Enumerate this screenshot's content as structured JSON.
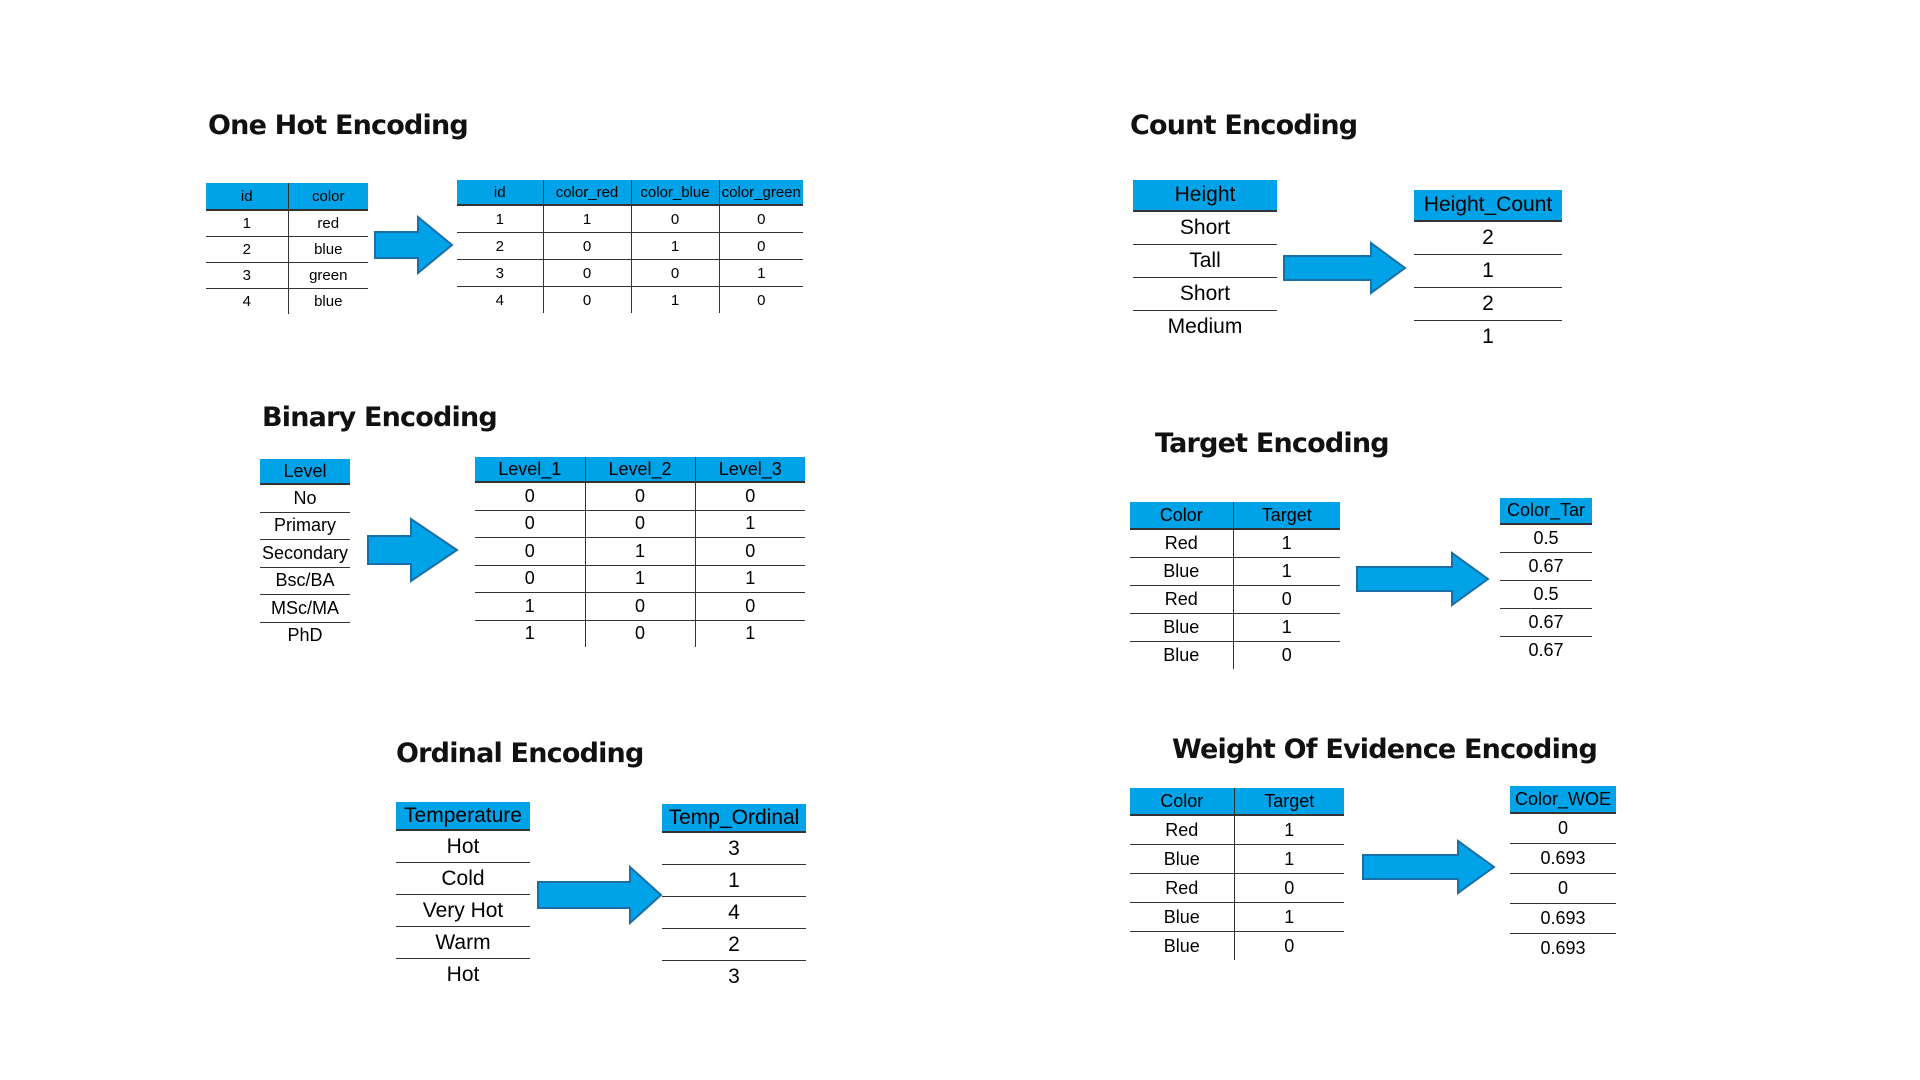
{
  "accent_color": "#00a2e8",
  "onehot": {
    "title": "One Hot Encoding",
    "src_headers": [
      "id",
      "color"
    ],
    "src_rows": [
      [
        "1",
        "red"
      ],
      [
        "2",
        "blue"
      ],
      [
        "3",
        "green"
      ],
      [
        "4",
        "blue"
      ]
    ],
    "dst_headers": [
      "id",
      "color_red",
      "color_blue",
      "color_green"
    ],
    "dst_rows": [
      [
        "1",
        "1",
        "0",
        "0"
      ],
      [
        "2",
        "0",
        "1",
        "0"
      ],
      [
        "3",
        "0",
        "0",
        "1"
      ],
      [
        "4",
        "0",
        "1",
        "0"
      ]
    ]
  },
  "count": {
    "title": "Count Encoding",
    "src_headers": [
      "Height"
    ],
    "src_rows": [
      [
        "Short"
      ],
      [
        "Tall"
      ],
      [
        "Short"
      ],
      [
        "Medium"
      ]
    ],
    "dst_headers": [
      "Height_Count"
    ],
    "dst_rows": [
      [
        "2"
      ],
      [
        "1"
      ],
      [
        "2"
      ],
      [
        "1"
      ]
    ]
  },
  "binary": {
    "title": "Binary Encoding",
    "src_headers": [
      "Level"
    ],
    "src_rows": [
      [
        "No"
      ],
      [
        "Primary"
      ],
      [
        "Secondary"
      ],
      [
        "Bsc/BA"
      ],
      [
        "MSc/MA"
      ],
      [
        "PhD"
      ]
    ],
    "dst_headers": [
      "Level_1",
      "Level_2",
      "Level_3"
    ],
    "dst_rows": [
      [
        "0",
        "0",
        "0"
      ],
      [
        "0",
        "0",
        "1"
      ],
      [
        "0",
        "1",
        "0"
      ],
      [
        "0",
        "1",
        "1"
      ],
      [
        "1",
        "0",
        "0"
      ],
      [
        "1",
        "0",
        "1"
      ]
    ]
  },
  "target": {
    "title": "Target Encoding",
    "src_headers": [
      "Color",
      "Target"
    ],
    "src_rows": [
      [
        "Red",
        "1"
      ],
      [
        "Blue",
        "1"
      ],
      [
        "Red",
        "0"
      ],
      [
        "Blue",
        "1"
      ],
      [
        "Blue",
        "0"
      ]
    ],
    "dst_headers": [
      "Color_Tar"
    ],
    "dst_rows": [
      [
        "0.5"
      ],
      [
        "0.67"
      ],
      [
        "0.5"
      ],
      [
        "0.67"
      ],
      [
        "0.67"
      ]
    ]
  },
  "ordinal": {
    "title": "Ordinal Encoding",
    "src_headers": [
      "Temperature"
    ],
    "src_rows": [
      [
        "Hot"
      ],
      [
        "Cold"
      ],
      [
        "Very Hot"
      ],
      [
        "Warm"
      ],
      [
        "Hot"
      ]
    ],
    "dst_headers": [
      "Temp_Ordinal"
    ],
    "dst_rows": [
      [
        "3"
      ],
      [
        "1"
      ],
      [
        "4"
      ],
      [
        "2"
      ],
      [
        "3"
      ]
    ]
  },
  "woe": {
    "title": "Weight Of Evidence Encoding",
    "src_headers": [
      "Color",
      "Target"
    ],
    "src_rows": [
      [
        "Red",
        "1"
      ],
      [
        "Blue",
        "1"
      ],
      [
        "Red",
        "0"
      ],
      [
        "Blue",
        "1"
      ],
      [
        "Blue",
        "0"
      ]
    ],
    "dst_headers": [
      "Color_WOE"
    ],
    "dst_rows": [
      [
        "0"
      ],
      [
        "0.693"
      ],
      [
        "0"
      ],
      [
        "0.693"
      ],
      [
        "0.693"
      ]
    ]
  }
}
